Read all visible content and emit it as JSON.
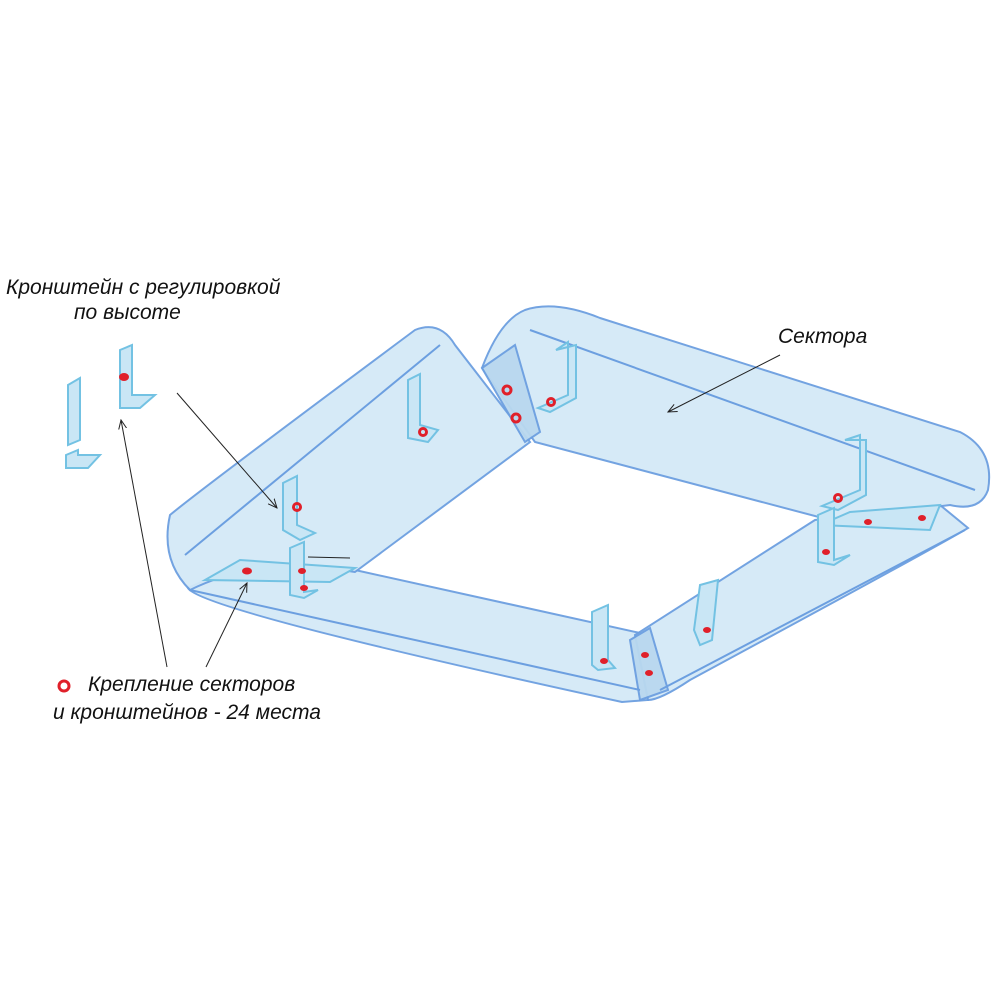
{
  "labels": {
    "bracket_line1": "Кронштейн с регулировкой",
    "bracket_line2": "по высоте",
    "sectors": "Сектора",
    "fastening_line1": "Крепление секторов",
    "fastening_line2": "и кронштейнов - 24 места"
  },
  "colors": {
    "sector_fill": "#d4e9f7",
    "sector_stroke": "#6c9fe0",
    "fastening": "#e0202a"
  }
}
